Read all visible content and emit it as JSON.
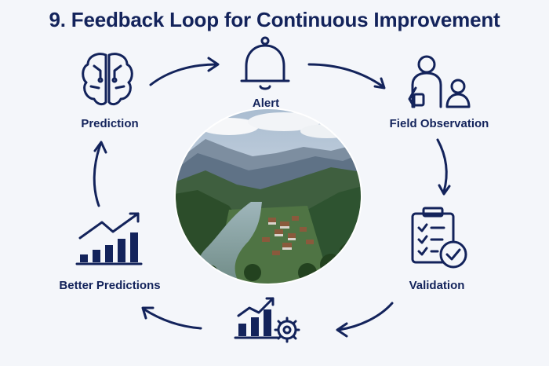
{
  "title": "9. Feedback Loop for Continuous Improvement",
  "colors": {
    "primary": "#13235b",
    "background": "#f4f6fa"
  },
  "nodes": [
    {
      "id": "alert",
      "label": "Alert",
      "icon": "bell-icon"
    },
    {
      "id": "field_observation",
      "label": "Field Observation",
      "icon": "field-observers-icon"
    },
    {
      "id": "validation",
      "label": "Validation",
      "icon": "clipboard-check-icon"
    },
    {
      "id": "model_retraining",
      "label": "",
      "icon": "chart-gear-icon"
    },
    {
      "id": "better_predictions",
      "label": "Better Predictions",
      "icon": "rising-bar-chart-icon"
    },
    {
      "id": "prediction",
      "label": "Prediction",
      "icon": "brain-icon"
    }
  ],
  "center_image": {
    "icon": "mountain-valley-village-photo"
  }
}
